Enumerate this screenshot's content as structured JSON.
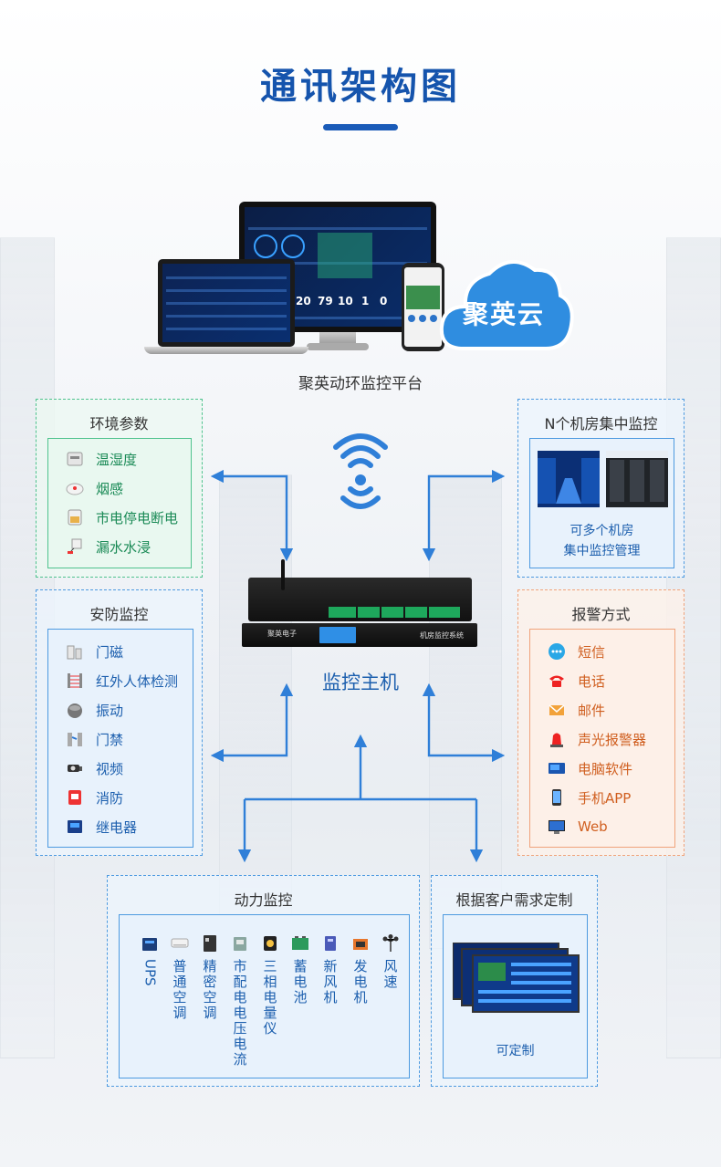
{
  "title": "通讯架构图",
  "platform": {
    "label": "聚英动环监控平台",
    "cloud_text": "聚英云",
    "screen_numbers": [
      "20",
      "79",
      "10",
      "1",
      "0"
    ]
  },
  "host": {
    "label": "监控主机",
    "brand": "聚英电子",
    "system": "机房监控系统"
  },
  "environment": {
    "title": "环境参数",
    "items": [
      {
        "label": "温湿度",
        "icon": "thermo-hygrometer-icon"
      },
      {
        "label": "烟感",
        "icon": "smoke-detector-icon"
      },
      {
        "label": "市电停电断电",
        "icon": "power-failure-icon"
      },
      {
        "label": "漏水水浸",
        "icon": "water-leak-icon"
      }
    ]
  },
  "security": {
    "title": "安防监控",
    "items": [
      {
        "label": "门磁",
        "icon": "door-sensor-icon"
      },
      {
        "label": "红外人体检测",
        "icon": "infrared-detector-icon"
      },
      {
        "label": "振动",
        "icon": "vibration-sensor-icon"
      },
      {
        "label": "门禁",
        "icon": "access-gate-icon"
      },
      {
        "label": "视频",
        "icon": "camera-icon"
      },
      {
        "label": "消防",
        "icon": "fire-alarm-icon"
      },
      {
        "label": "继电器",
        "icon": "relay-icon"
      }
    ]
  },
  "rooms": {
    "title": "N个机房集中监控",
    "desc_line1": "可多个机房",
    "desc_line2": "集中监控管理"
  },
  "alarm": {
    "title": "报警方式",
    "items": [
      {
        "label": "短信",
        "icon": "sms-icon"
      },
      {
        "label": "电话",
        "icon": "phone-icon"
      },
      {
        "label": "邮件",
        "icon": "mail-icon"
      },
      {
        "label": "声光报警器",
        "icon": "alarm-light-icon"
      },
      {
        "label": "电脑软件",
        "icon": "computer-software-icon"
      },
      {
        "label": "手机APP",
        "icon": "mobile-app-icon"
      },
      {
        "label": "Web",
        "icon": "web-icon"
      }
    ]
  },
  "power": {
    "title": "动力监控",
    "items": [
      {
        "label": "UPS",
        "icon": "ups-icon"
      },
      {
        "label": "普通空调",
        "icon": "air-conditioner-icon"
      },
      {
        "label": "精密空调",
        "icon": "precision-ac-icon"
      },
      {
        "label": "市配电电压电流",
        "icon": "power-distribution-icon"
      },
      {
        "label": "三相电量仪",
        "icon": "power-meter-icon"
      },
      {
        "label": "蓄电池",
        "icon": "battery-icon"
      },
      {
        "label": "新风机",
        "icon": "fresh-air-icon"
      },
      {
        "label": "发电机",
        "icon": "generator-icon"
      },
      {
        "label": "风速",
        "icon": "anemometer-icon"
      }
    ]
  },
  "custom": {
    "title": "根据客户需求定制",
    "desc": "可定制"
  },
  "colors": {
    "primary": "#1554ad",
    "green": "#4fc28e",
    "blue": "#4d9ae0",
    "orange": "#f0a37b",
    "arrow": "#2f7fd8"
  }
}
